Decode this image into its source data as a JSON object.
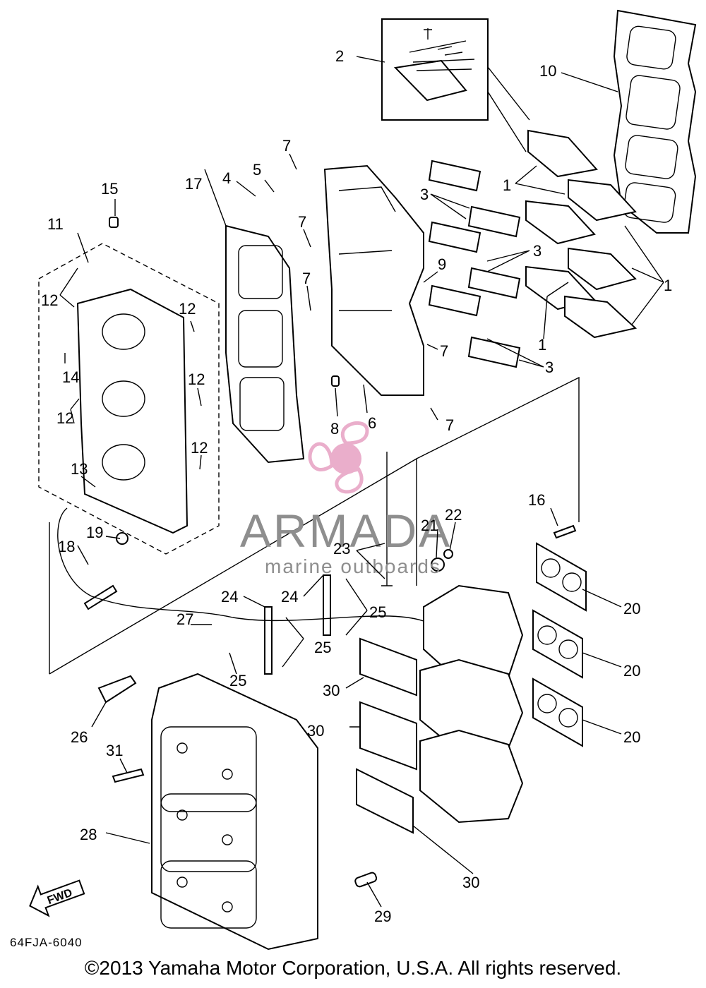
{
  "diagram": {
    "code": "64FJA-6040",
    "copyright": "©2013 Yamaha Motor Corporation, U.S.A. All rights reserved.",
    "direction_label": "FWD"
  },
  "watermark": {
    "brand": "ARMADA",
    "tagline": "marine outboards",
    "logo_color": "#e8a6c6"
  },
  "callouts": [
    {
      "id": "c1a",
      "text": "1"
    },
    {
      "id": "c1b",
      "text": "1"
    },
    {
      "id": "c1c",
      "text": "1"
    },
    {
      "id": "c2",
      "text": "2"
    },
    {
      "id": "c3a",
      "text": "3"
    },
    {
      "id": "c3b",
      "text": "3"
    },
    {
      "id": "c3c",
      "text": "3"
    },
    {
      "id": "c4",
      "text": "4"
    },
    {
      "id": "c5",
      "text": "5"
    },
    {
      "id": "c6",
      "text": "6"
    },
    {
      "id": "c7a",
      "text": "7"
    },
    {
      "id": "c7b",
      "text": "7"
    },
    {
      "id": "c7c",
      "text": "7"
    },
    {
      "id": "c7d",
      "text": "7"
    },
    {
      "id": "c7e",
      "text": "7"
    },
    {
      "id": "c8",
      "text": "8"
    },
    {
      "id": "c9",
      "text": "9"
    },
    {
      "id": "c10",
      "text": "10"
    },
    {
      "id": "c11",
      "text": "11"
    },
    {
      "id": "c12a",
      "text": "12"
    },
    {
      "id": "c12b",
      "text": "12"
    },
    {
      "id": "c12c",
      "text": "12"
    },
    {
      "id": "c12d",
      "text": "12"
    },
    {
      "id": "c12e",
      "text": "12"
    },
    {
      "id": "c13",
      "text": "13"
    },
    {
      "id": "c14",
      "text": "14"
    },
    {
      "id": "c15",
      "text": "15"
    },
    {
      "id": "c16",
      "text": "16"
    },
    {
      "id": "c17",
      "text": "17"
    },
    {
      "id": "c18",
      "text": "18"
    },
    {
      "id": "c19",
      "text": "19"
    },
    {
      "id": "c20a",
      "text": "20"
    },
    {
      "id": "c20b",
      "text": "20"
    },
    {
      "id": "c20c",
      "text": "20"
    },
    {
      "id": "c21",
      "text": "21"
    },
    {
      "id": "c22",
      "text": "22"
    },
    {
      "id": "c23",
      "text": "23"
    },
    {
      "id": "c24a",
      "text": "24"
    },
    {
      "id": "c24b",
      "text": "24"
    },
    {
      "id": "c25a",
      "text": "25"
    },
    {
      "id": "c25b",
      "text": "25"
    },
    {
      "id": "c25c",
      "text": "25"
    },
    {
      "id": "c26",
      "text": "26"
    },
    {
      "id": "c27",
      "text": "27"
    },
    {
      "id": "c28",
      "text": "28"
    },
    {
      "id": "c29",
      "text": "29"
    },
    {
      "id": "c30a",
      "text": "30"
    },
    {
      "id": "c30b",
      "text": "30"
    },
    {
      "id": "c30c",
      "text": "30"
    },
    {
      "id": "c31",
      "text": "31"
    }
  ]
}
